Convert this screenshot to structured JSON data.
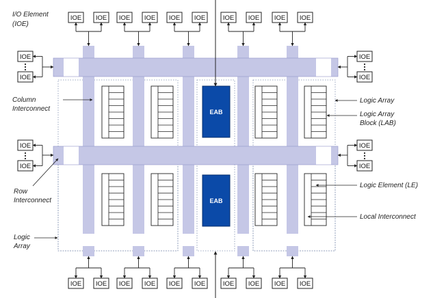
{
  "labels": {
    "io_element": [
      "I/O Element",
      "(IOE)"
    ],
    "column_interconnect": [
      "Column",
      "Interconnect"
    ],
    "row_interconnect": [
      "Row",
      "Interconnect"
    ],
    "logic_array_left": [
      "Logic",
      "Array"
    ],
    "logic_array_right": "Logic Array",
    "logic_array_block": [
      "Logic Array",
      "Block (LAB)"
    ],
    "logic_element": "Logic Element (LE)",
    "local_interconnect": "Local Interconnect"
  },
  "ioe_label": "IOE",
  "eab_label": "EAB",
  "colors": {
    "interconnect": "#c5c7e6",
    "eab": "#0b4aa8",
    "line": "#222222",
    "dotted_border": "#7f8fb0"
  }
}
